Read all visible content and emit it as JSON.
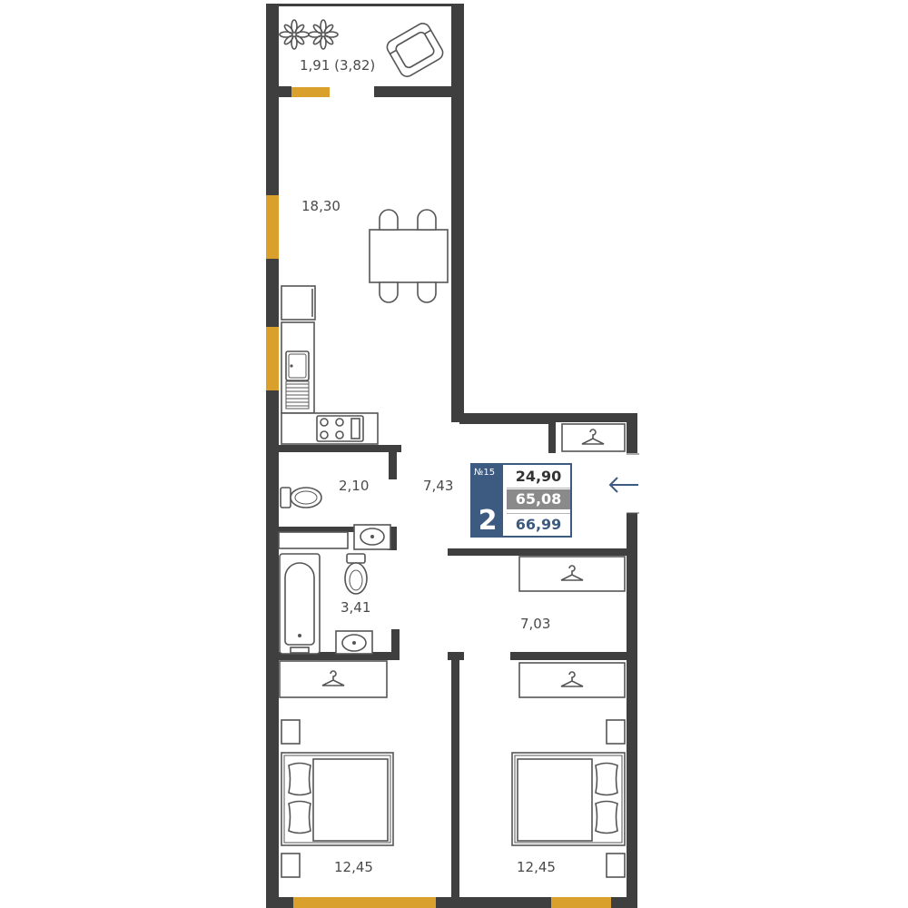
{
  "rooms": [
    {
      "id": "balcony",
      "area": "1,91 (3,82)"
    },
    {
      "id": "living-kitchen",
      "area": "18,30"
    },
    {
      "id": "toilet",
      "area": "2,10"
    },
    {
      "id": "hallway",
      "area": "7,43"
    },
    {
      "id": "bathroom",
      "area": "3,41"
    },
    {
      "id": "storage",
      "area": "7,03"
    },
    {
      "id": "bedroom-left",
      "area": "12,45"
    },
    {
      "id": "bedroom-right",
      "area": "12,45"
    }
  ],
  "info": {
    "number": "№15",
    "rooms_count": "2",
    "living_area": "24,90",
    "area_without_balcony": "65,08",
    "total_area": "66,99"
  },
  "colors": {
    "wall": "#3f3f3f",
    "window": "#d9a02b",
    "accent": "#3d5a80",
    "gray_badge": "#8a8a8a"
  },
  "icons": [
    "plant-icon",
    "armchair-icon",
    "dining-table-icon",
    "chair-icon",
    "fridge-icon",
    "sink-icon",
    "stove-icon",
    "toilet-icon",
    "washbasin-icon",
    "bathtub-icon",
    "wardrobe-hanger-icon",
    "bed-icon",
    "pillow-icon",
    "nightstand-icon",
    "entry-arrow-icon"
  ]
}
